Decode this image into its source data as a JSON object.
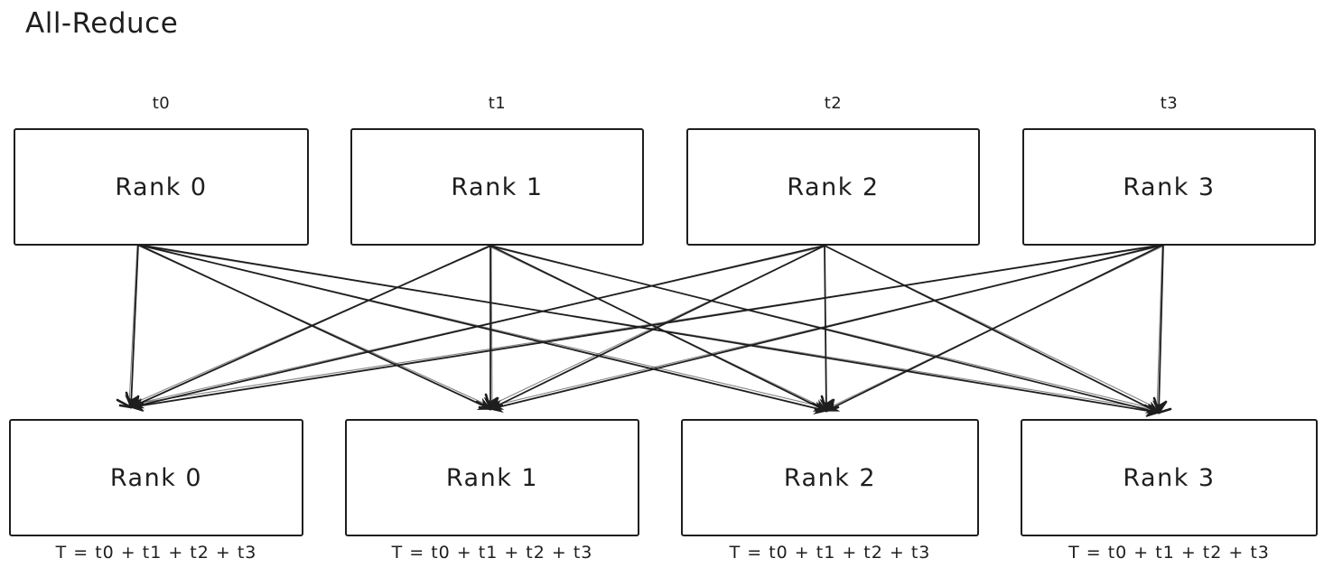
{
  "title": "All-Reduce",
  "colors": {
    "stroke": "#1e1e1e",
    "background": "#ffffff"
  },
  "diagram": {
    "operation": "all-reduce",
    "top_nodes": [
      {
        "label": "Rank 0",
        "tensor": "t0"
      },
      {
        "label": "Rank 1",
        "tensor": "t1"
      },
      {
        "label": "Rank 2",
        "tensor": "t2"
      },
      {
        "label": "Rank 3",
        "tensor": "t3"
      }
    ],
    "bottom_nodes": [
      {
        "label": "Rank 0",
        "result": "T = t0 + t1 + t2 + t3"
      },
      {
        "label": "Rank 1",
        "result": "T = t0 + t1 + t2 + t3"
      },
      {
        "label": "Rank 2",
        "result": "T = t0 + t1 + t2 + t3"
      },
      {
        "label": "Rank 3",
        "result": "T = t0 + t1 + t2 + t3"
      }
    ],
    "edges": [
      {
        "from": 0,
        "to": 0
      },
      {
        "from": 0,
        "to": 1
      },
      {
        "from": 0,
        "to": 2
      },
      {
        "from": 0,
        "to": 3
      },
      {
        "from": 1,
        "to": 0
      },
      {
        "from": 1,
        "to": 1
      },
      {
        "from": 1,
        "to": 2
      },
      {
        "from": 1,
        "to": 3
      },
      {
        "from": 2,
        "to": 0
      },
      {
        "from": 2,
        "to": 1
      },
      {
        "from": 2,
        "to": 2
      },
      {
        "from": 2,
        "to": 3
      },
      {
        "from": 3,
        "to": 0
      },
      {
        "from": 3,
        "to": 1
      },
      {
        "from": 3,
        "to": 2
      },
      {
        "from": 3,
        "to": 3
      }
    ]
  }
}
